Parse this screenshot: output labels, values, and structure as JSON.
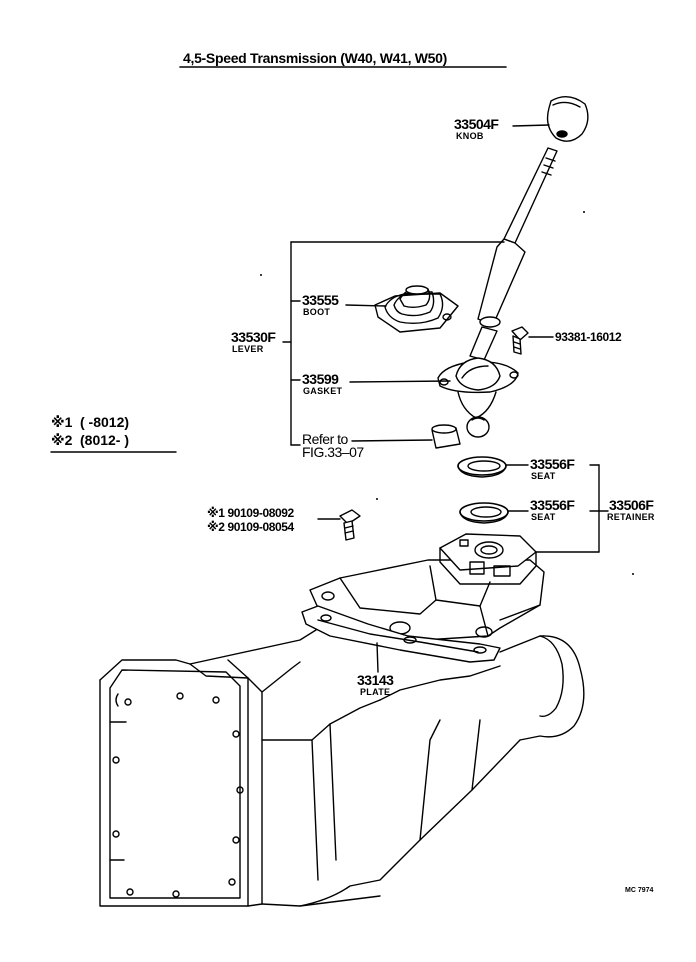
{
  "title": "4,5-Speed Transmission (W40, W41, W50)",
  "callouts": {
    "knob": {
      "part_no": "33504F",
      "name": "KNOB"
    },
    "boot": {
      "part_no": "33555",
      "name": "BOOT"
    },
    "lever": {
      "part_no": "33530F",
      "name": "LEVER"
    },
    "bolt": {
      "part_no": "93381-16012"
    },
    "gasket": {
      "part_no": "33599",
      "name": "GASKET"
    },
    "refer": {
      "line1": "Refer to",
      "line2": "FIG.33–07"
    },
    "seat_upper": {
      "part_no": "33556F",
      "name": "SEAT"
    },
    "seat_lower": {
      "part_no": "33556F",
      "name": "SEAT"
    },
    "retainer": {
      "part_no": "33506F",
      "name": "RETAINER"
    },
    "plate": {
      "part_no": "33143",
      "name": "PLATE"
    },
    "screw_1": {
      "part_no": "※1 90109-08092"
    },
    "screw_2": {
      "part_no": "※2 90109-08054"
    }
  },
  "notes": {
    "note1_mark": "※1",
    "note1_range": "(      -8012)",
    "note2_mark": "※2",
    "note2_range": "(8012-        )"
  },
  "footer_code": "MC 7974"
}
